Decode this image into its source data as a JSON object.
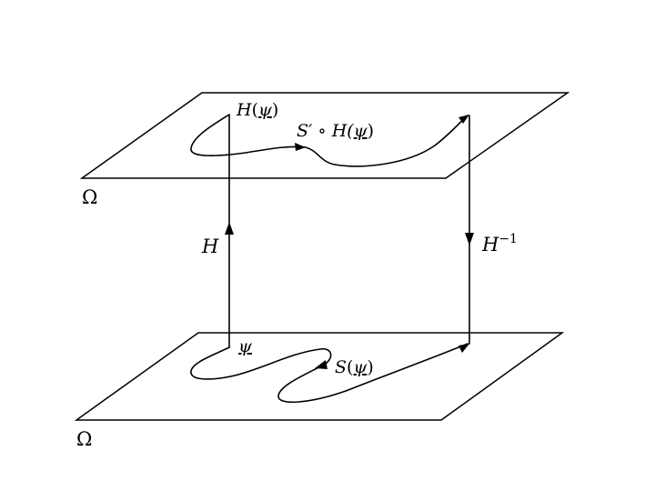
{
  "diagram": {
    "top_plane": {
      "domain_label": "Ω",
      "start_label_fn": "H",
      "start_label_arg": "ψ",
      "curve_label_pre": "S′ ∘ H(",
      "curve_label_arg": "ψ",
      "curve_label_post": ")"
    },
    "bottom_plane": {
      "domain_label": "Ω",
      "start_label": "ψ",
      "curve_label_fn": "S",
      "curve_label_arg": "ψ"
    },
    "map_up": {
      "label": "H"
    },
    "map_down": {
      "label": "H",
      "exponent": "−1"
    }
  }
}
